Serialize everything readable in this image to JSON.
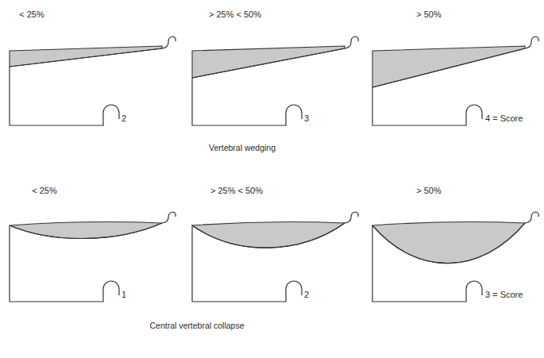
{
  "diagram": {
    "labels": [
      "< 25%",
      "> 25% < 50%",
      "> 50%",
      "2",
      "3",
      "4 = Score",
      "Vertebral wedging",
      "< 25%",
      "> 25% < 50%",
      "> 50%",
      "1",
      "2",
      "3 = Score",
      "Central vertebral collapse"
    ]
  }
}
